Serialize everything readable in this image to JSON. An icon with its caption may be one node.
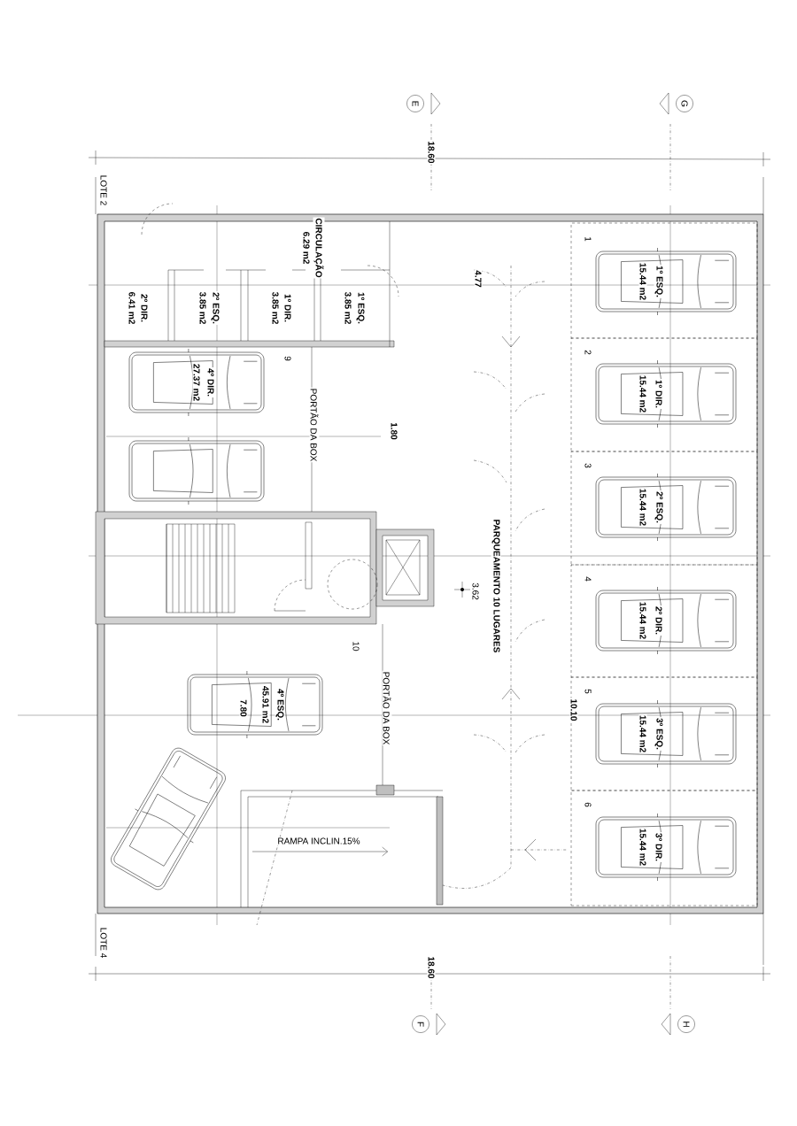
{
  "diagram": {
    "nodes": [
      {
        "text": [
          "CIRCULAÇÃO",
          "6.29 m2"
        ]
      },
      {
        "text": [
          "2º DIR.",
          "6.41 m2"
        ]
      },
      {
        "text": [
          "2º ESQ.",
          "3.85 m2"
        ]
      },
      {
        "text": [
          "1º DIR.",
          "3.85 m2"
        ]
      },
      {
        "text": [
          "1º ESQ.",
          "3.85 m2"
        ]
      },
      {
        "text": [
          "9",
          "4º DIR.",
          "27.37 m2"
        ]
      },
      {
        "text": [
          "10",
          "4º ESQ.",
          "45.91 m2"
        ]
      },
      {
        "text": [
          "RAMPA INCLIN.15%"
        ]
      },
      {
        "text": [
          "1",
          "1º ESQ.",
          "15.44 m2"
        ]
      },
      {
        "text": [
          "2",
          "1º DIR.",
          "15.44 m2"
        ]
      },
      {
        "text": [
          "3",
          "2º ESQ.",
          "15.44 m2"
        ]
      },
      {
        "text": [
          "4",
          "2º DIR.",
          "15.44 m2"
        ]
      },
      {
        "text": [
          "5",
          "3º ESQ.",
          "15.44 m2"
        ]
      },
      {
        "text": [
          "6",
          "3º DIR.",
          "15.44 m2"
        ]
      }
    ],
    "labels": [
      "E",
      "G",
      "18.60",
      "LOTE 2",
      "PORTÃO DA BOX",
      "PORTÃO DA BOX",
      "PARQUEAMENTO 10 LUGARES",
      "3.62",
      "4.77",
      "1.80",
      "7.80",
      "10.10",
      "LOTE 4",
      "18.60",
      "F",
      "H"
    ]
  }
}
